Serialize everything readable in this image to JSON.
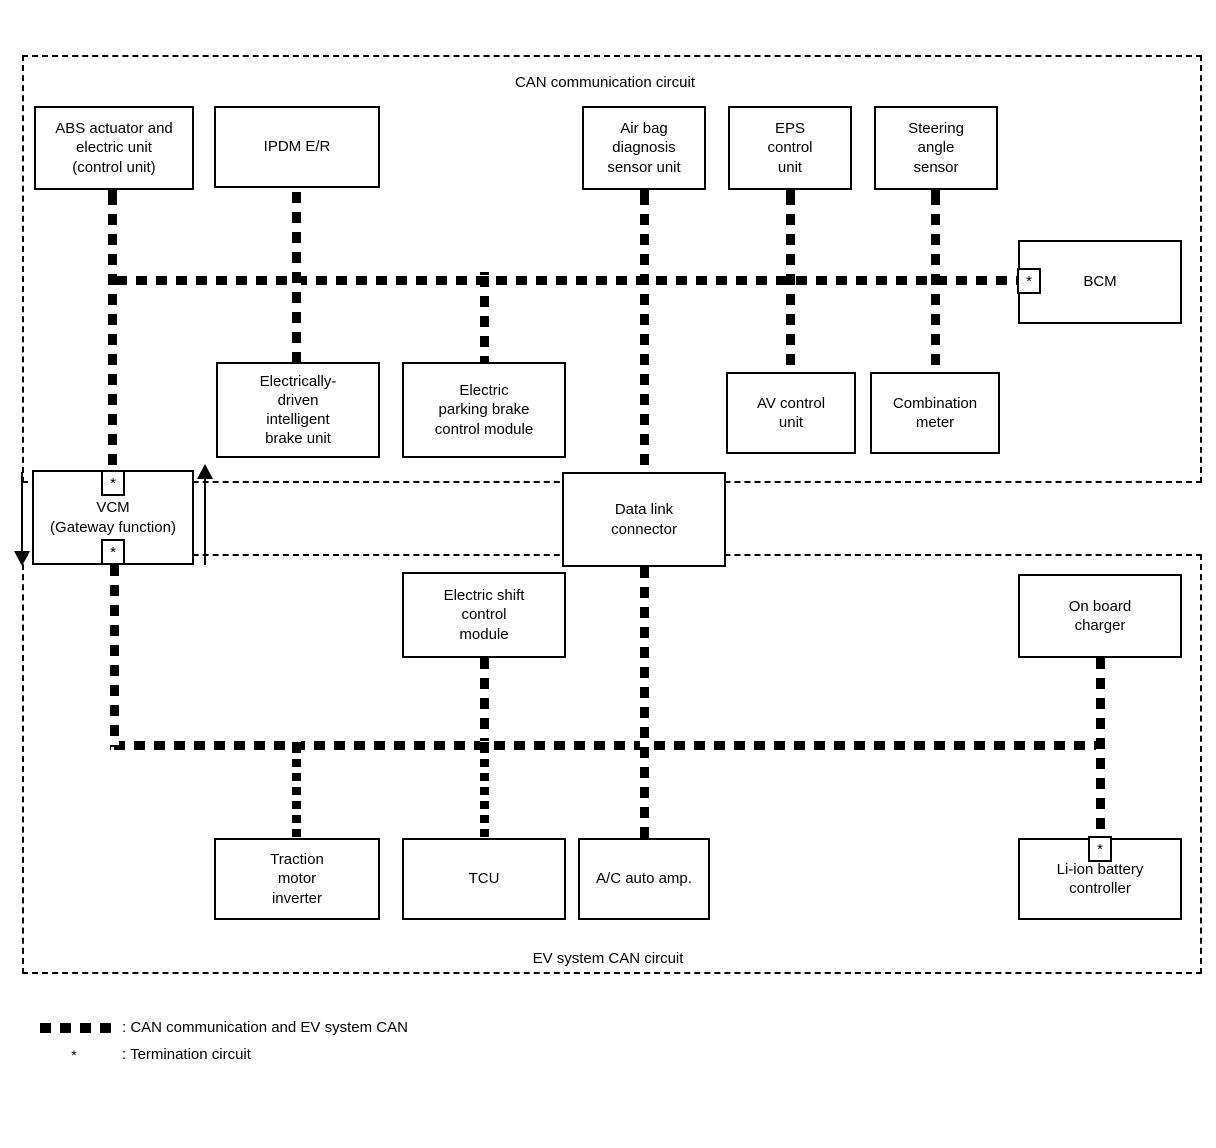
{
  "diagram": {
    "title": "CAN communication circuit",
    "zones": [
      {
        "id": "can",
        "label": "CAN communication circuit"
      },
      {
        "id": "ev",
        "label": "EV system CAN circuit"
      }
    ]
  },
  "nodes": {
    "abs_actuator": {
      "lines": [
        "ABS actuator and",
        "electric unit",
        "(control unit)"
      ]
    },
    "ipdm_er": {
      "lines": [
        "IPDM E/R"
      ]
    },
    "air_bag": {
      "lines": [
        "Air bag",
        "diagnosis",
        "sensor unit"
      ]
    },
    "eps_control": {
      "lines": [
        "EPS",
        "control",
        "unit"
      ]
    },
    "steering_angle": {
      "lines": [
        "Steering",
        "angle",
        "sensor"
      ]
    },
    "bcm": {
      "lines": [
        "BCM"
      ]
    },
    "intelligent_brake": {
      "lines": [
        "Electrically-",
        "driven",
        "intelligent",
        "brake unit"
      ]
    },
    "parking_brake": {
      "lines": [
        "Electric",
        "parking brake",
        "control module"
      ]
    },
    "av_control": {
      "lines": [
        "AV control",
        "unit"
      ]
    },
    "combination_meter": {
      "lines": [
        "Combination",
        "meter"
      ]
    },
    "vcm": {
      "lines": [
        "VCM",
        "(Gateway function)"
      ]
    },
    "data_link": {
      "lines": [
        "Data link",
        "connector"
      ]
    },
    "shift_control": {
      "lines": [
        "Electric shift",
        "control",
        "module"
      ]
    },
    "on_board_charger": {
      "lines": [
        "On board",
        "charger"
      ]
    },
    "traction_inverter": {
      "lines": [
        "Traction",
        "motor",
        "inverter"
      ]
    },
    "tcu": {
      "lines": [
        "TCU"
      ]
    },
    "ac_auto_amp": {
      "lines": [
        "A/C auto amp."
      ]
    },
    "liion_controller": {
      "lines": [
        "Li-ion battery",
        "controller"
      ]
    }
  },
  "termination_marker": "*",
  "legend": {
    "bus": {
      "symbol": "can-bus-dash-swatch",
      "text": ": CAN communication and EV system CAN"
    },
    "termination": {
      "symbol": "*",
      "text": ": Termination circuit"
    }
  },
  "colors": {
    "line": "#000000",
    "background": "#ffffff"
  }
}
